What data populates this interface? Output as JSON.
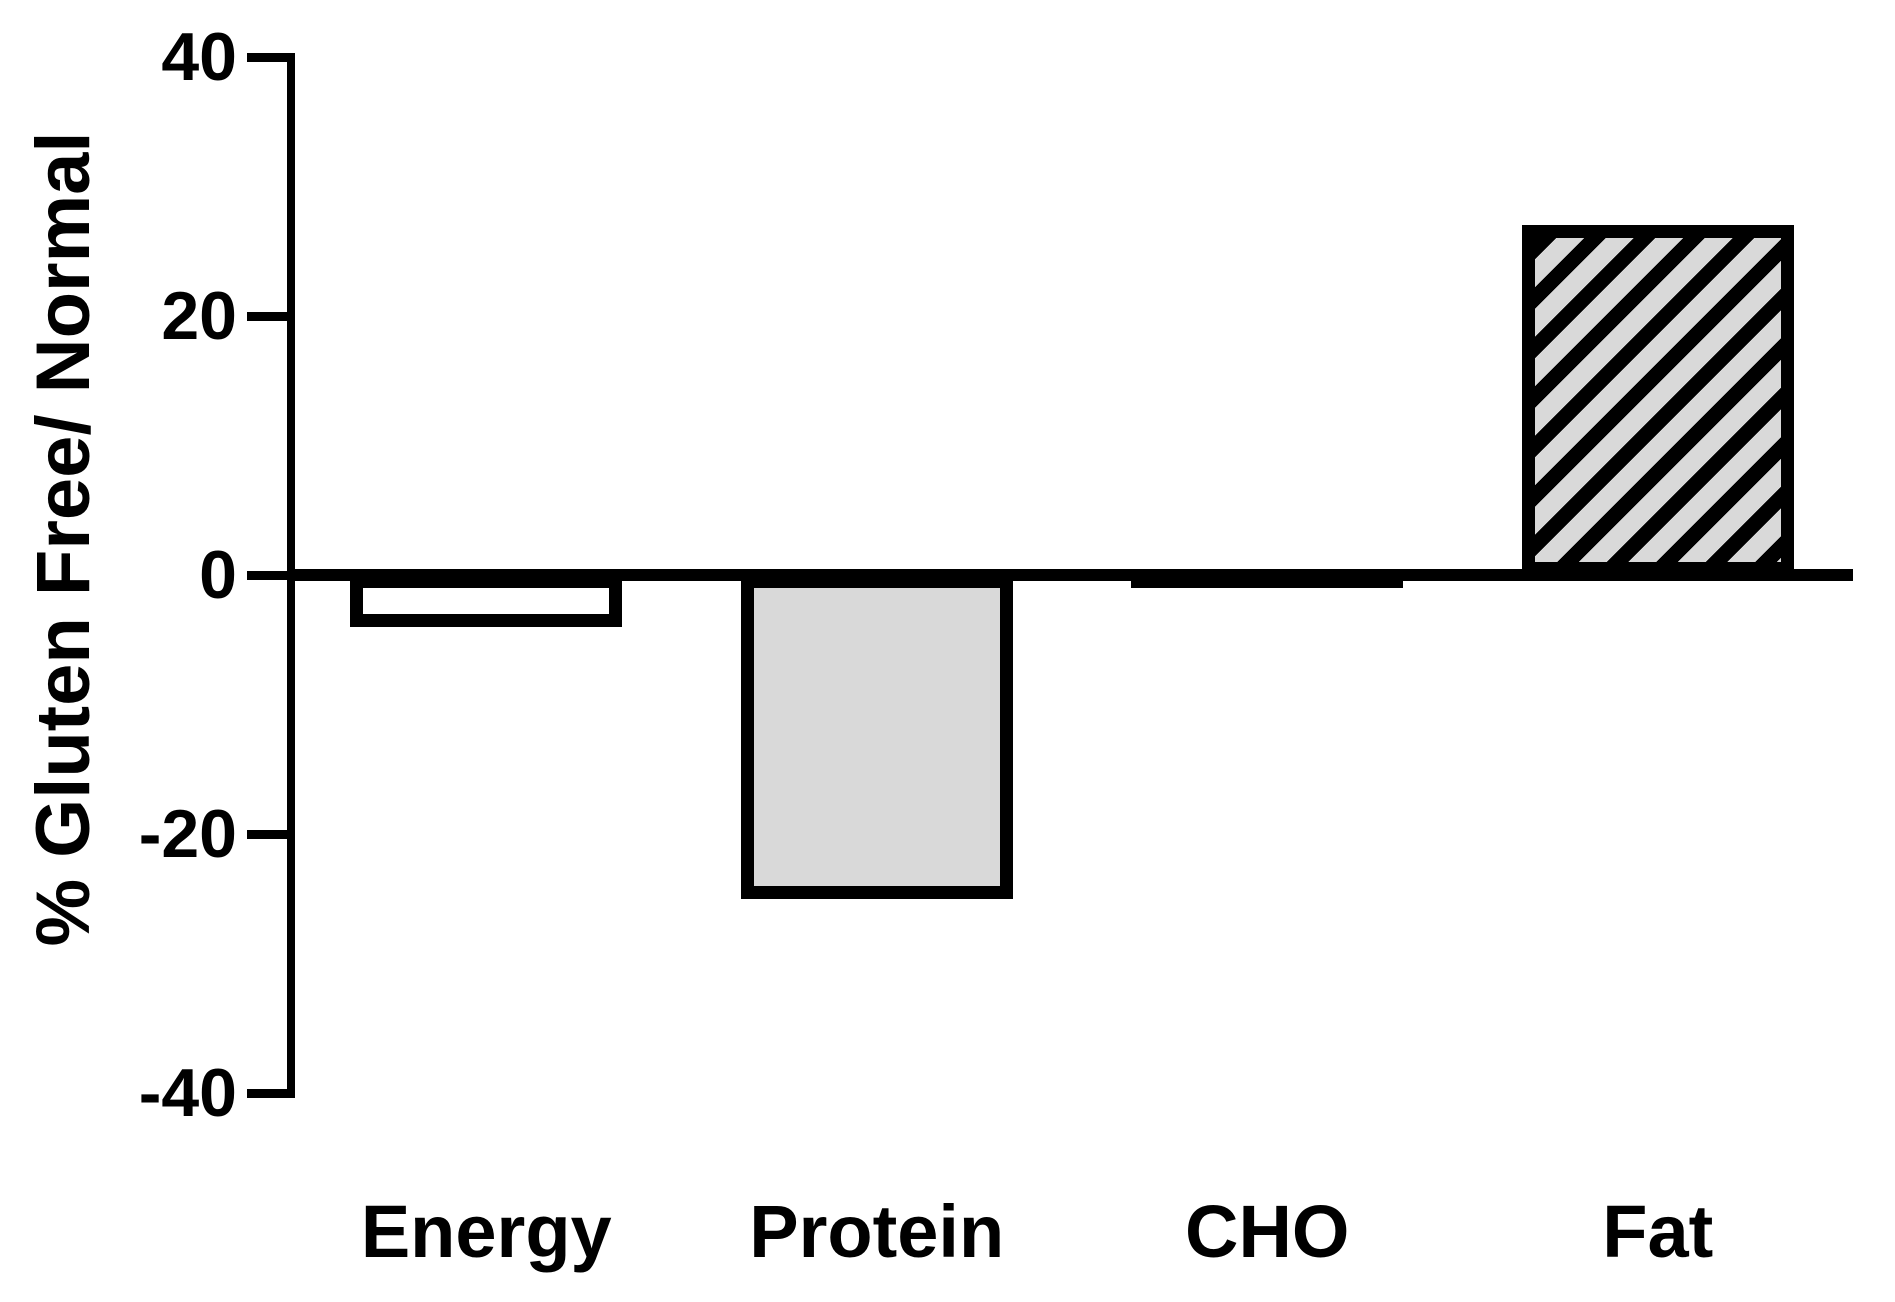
{
  "chart_data": {
    "type": "bar",
    "title": "",
    "xlabel": "",
    "ylabel": "% Gluten Free/ Normal",
    "categories": [
      "Energy",
      "Protein",
      "CHO",
      "Fat"
    ],
    "values": [
      -4,
      -25,
      -1,
      27
    ],
    "ylim": [
      -40,
      40
    ],
    "yticks": [
      40,
      20,
      0,
      -20,
      -40
    ],
    "ytick_labels": [
      "40",
      "20",
      "0",
      "-20",
      "-40"
    ],
    "grid": false,
    "legend": false,
    "axis_color": "#000000",
    "outline_color": "#000000",
    "bar_styles": [
      {
        "name": "energy-bar",
        "fill": "#ffffff",
        "pattern": "none"
      },
      {
        "name": "protein-bar",
        "fill": "#d9d9d9",
        "pattern": "none"
      },
      {
        "name": "cho-bar",
        "fill": "#000000",
        "pattern": "none"
      },
      {
        "name": "fat-bar",
        "fill": "#d9d9d9",
        "pattern": "diagonal-hatch-forward-slash",
        "hatch_color": "#000000"
      }
    ]
  }
}
